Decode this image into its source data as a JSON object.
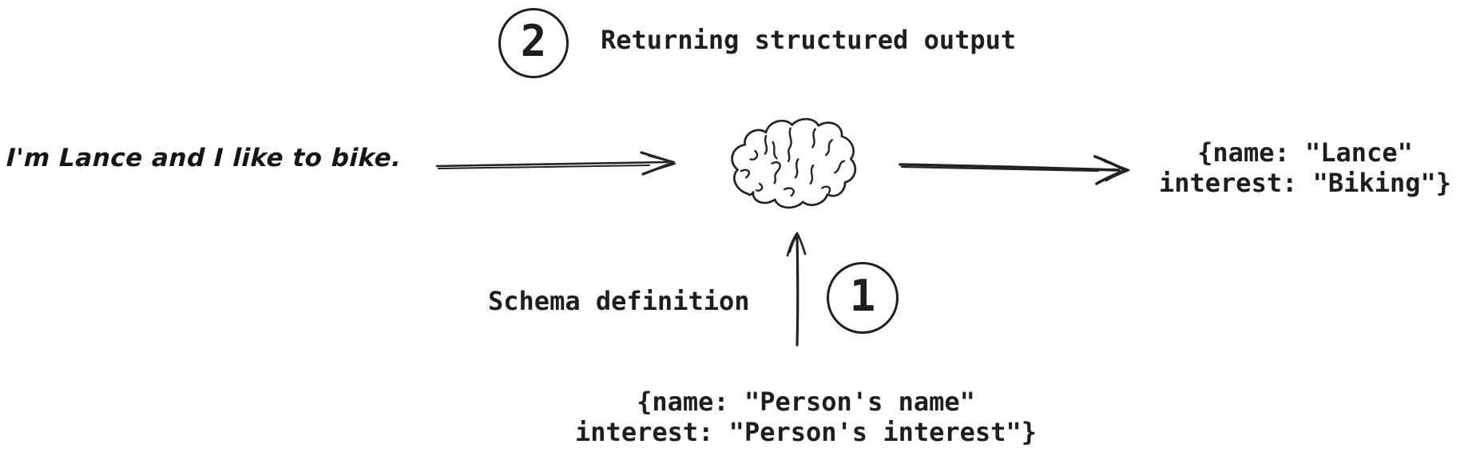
{
  "palette": {
    "ink": "#1e1e1e",
    "background": "#ffffff"
  },
  "annotations": [
    {
      "number": "2",
      "label": "Returning structured output"
    },
    {
      "number": "1",
      "label": "Schema definition"
    }
  ],
  "nodes": {
    "input_message": "I'm Lance and I like to bike.",
    "structured_output": {
      "line1": "{name: \"Lance\"",
      "line2": "interest: \"Biking\"}"
    },
    "schema_definition": {
      "line1": "{name: \"Person's name\"",
      "line2": "interest: \"Person's interest\"}"
    }
  },
  "icons": {
    "model": "brain-icon",
    "input_to_model": "arrow-right-icon",
    "model_to_output": "arrow-right-icon",
    "schema_to_model": "arrow-up-icon"
  }
}
